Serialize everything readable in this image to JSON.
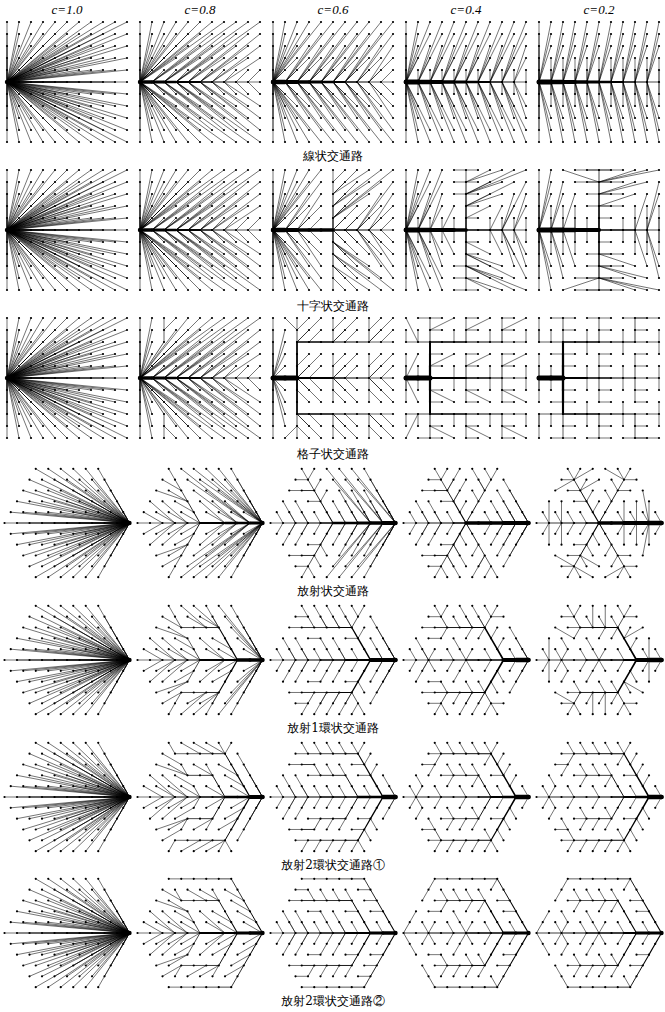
{
  "diagram": {
    "labels": [
      "c=1.0",
      "c=0.8",
      "c=0.6",
      "c=0.4",
      "c=0.2",
      "線状交通路",
      "十字状交通路",
      "格子状交通路",
      "放射状交通路",
      "放射1環状交通路",
      "放射2環状交通路①",
      "放射2環状交通路②"
    ]
  }
}
